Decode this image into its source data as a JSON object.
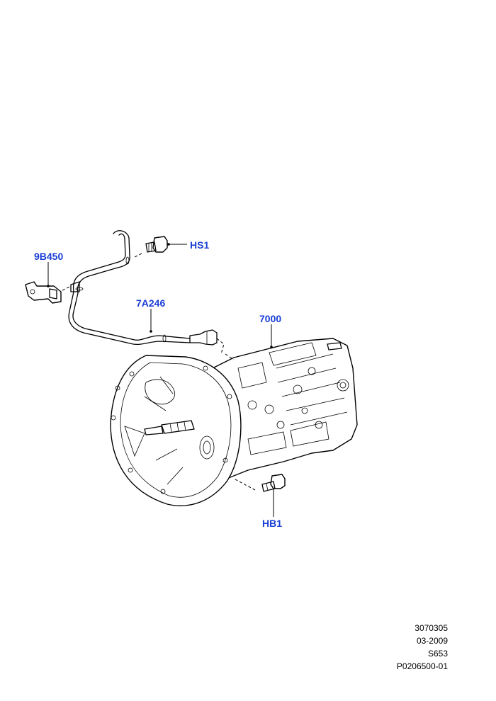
{
  "callouts": {
    "hs1": "HS1",
    "b9450": "9B450",
    "a7246": "7A246",
    "c7000": "7000",
    "hb1": "HB1"
  },
  "meta": {
    "line1": "3070305",
    "line2": "03-2009",
    "line3": "S653",
    "line4": "P0206500-01"
  },
  "colors": {
    "callout": "#1a3fd6",
    "line": "#000000",
    "background": "#ffffff"
  }
}
